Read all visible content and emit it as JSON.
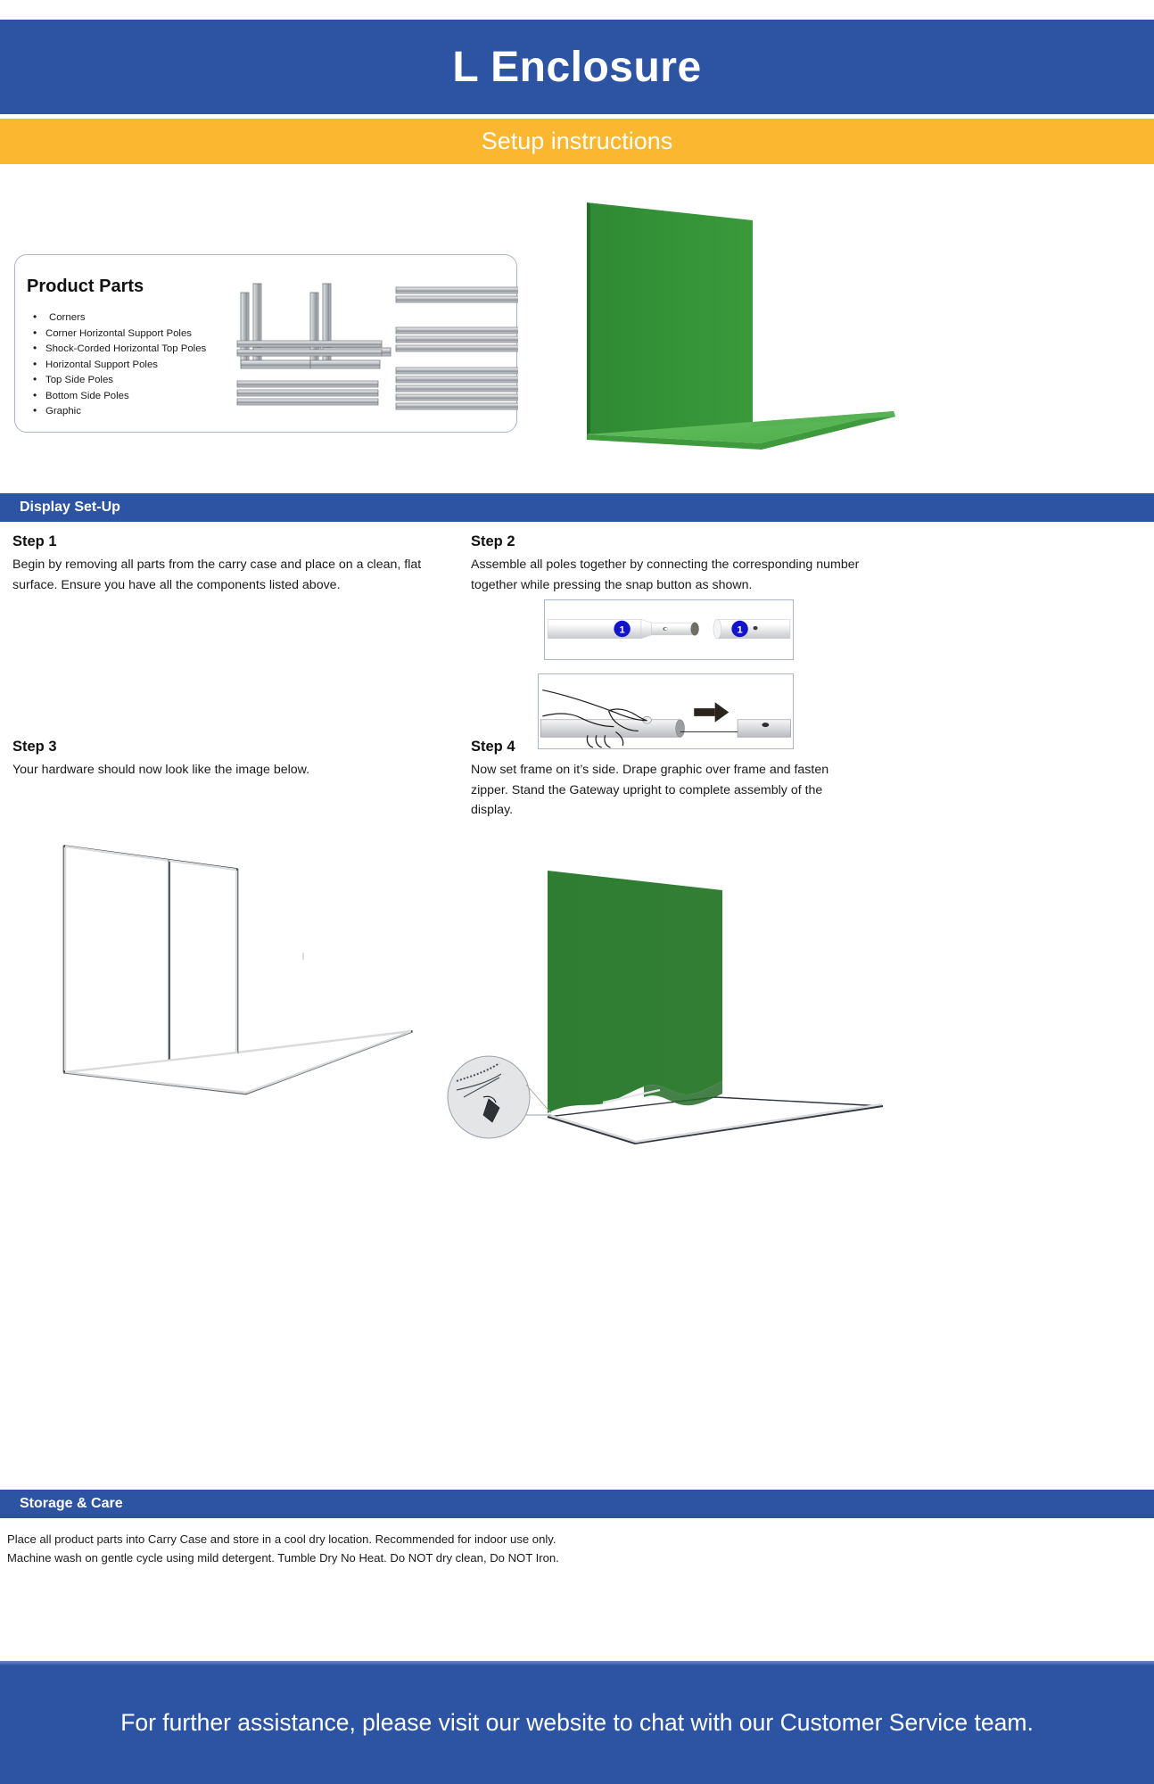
{
  "header": {
    "title": "L Enclosure",
    "subtitle": "Setup instructions",
    "title_bar_color": "#2c54a3",
    "subtitle_bar_color": "#fcb731"
  },
  "product_parts": {
    "heading": "Product Parts",
    "items": [
      "Corners",
      "Corner Horizontal Support Poles",
      "Shock-Corded Horizontal Top Poles",
      "Horizontal Support Poles",
      "Top Side Poles",
      "Bottom Side Poles",
      "Graphic"
    ]
  },
  "sections": {
    "display_setup": "Display Set-Up",
    "storage_care": "Storage & Care"
  },
  "steps": [
    {
      "heading": "Step 1",
      "body": "Begin by removing all parts from the carry case and place on a clean, flat surface. Ensure you have all the components listed above."
    },
    {
      "heading": "Step 2",
      "body": "Assemble all poles together by connecting the corresponding number together while pressing the snap button as shown."
    },
    {
      "heading": "Step 3",
      "body": "Your hardware should now look like the image below."
    },
    {
      "heading": "Step 4",
      "body": "Now set frame on it’s side. Drape graphic over frame and fasten zipper. Stand the Gateway upright to complete assembly of the display."
    }
  ],
  "pole_badges": {
    "left_label": "1",
    "right_label": "1",
    "badge_color": "#1414cc"
  },
  "storage": {
    "line1": "Place all product parts into Carry Case and store in a cool dry location. Recommended for indoor use only.",
    "line2": "Machine wash on gentle cycle using mild detergent. Tumble Dry No Heat. Do NOT dry clean, Do NOT Iron."
  },
  "footer": {
    "text": "For further assistance, please visit our website  to chat with our Customer Service team."
  },
  "colors": {
    "brand_blue": "#2c54a3",
    "accent_yellow": "#fcb731",
    "graphic_green_dark": "#2e7d32",
    "graphic_green_light": "#5cb85c",
    "panel_border": "#aab4cd",
    "pole_gray": "#9a9fa6"
  }
}
